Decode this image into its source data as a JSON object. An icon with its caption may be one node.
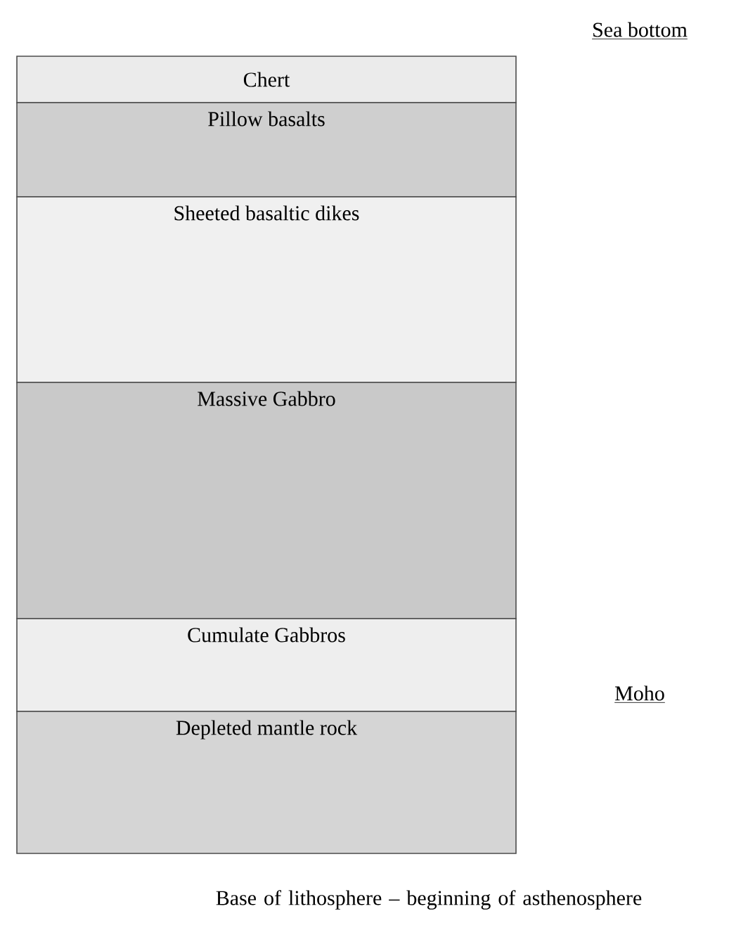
{
  "diagram": {
    "nodes": [
      {
        "text": [
          "Chert"
        ]
      },
      {
        "text": [
          "Pillow basalts"
        ]
      },
      {
        "text": [
          "Sheeted basaltic dikes"
        ]
      },
      {
        "text": [
          "Massive Gabbro"
        ]
      },
      {
        "text": [
          "Cumulate Gabbros"
        ]
      },
      {
        "text": [
          "Depleted mantle rock"
        ]
      }
    ],
    "labels": [
      "Sea bottom",
      "Moho",
      "Base of lithosphere – beginning of asthenosphere"
    ]
  }
}
